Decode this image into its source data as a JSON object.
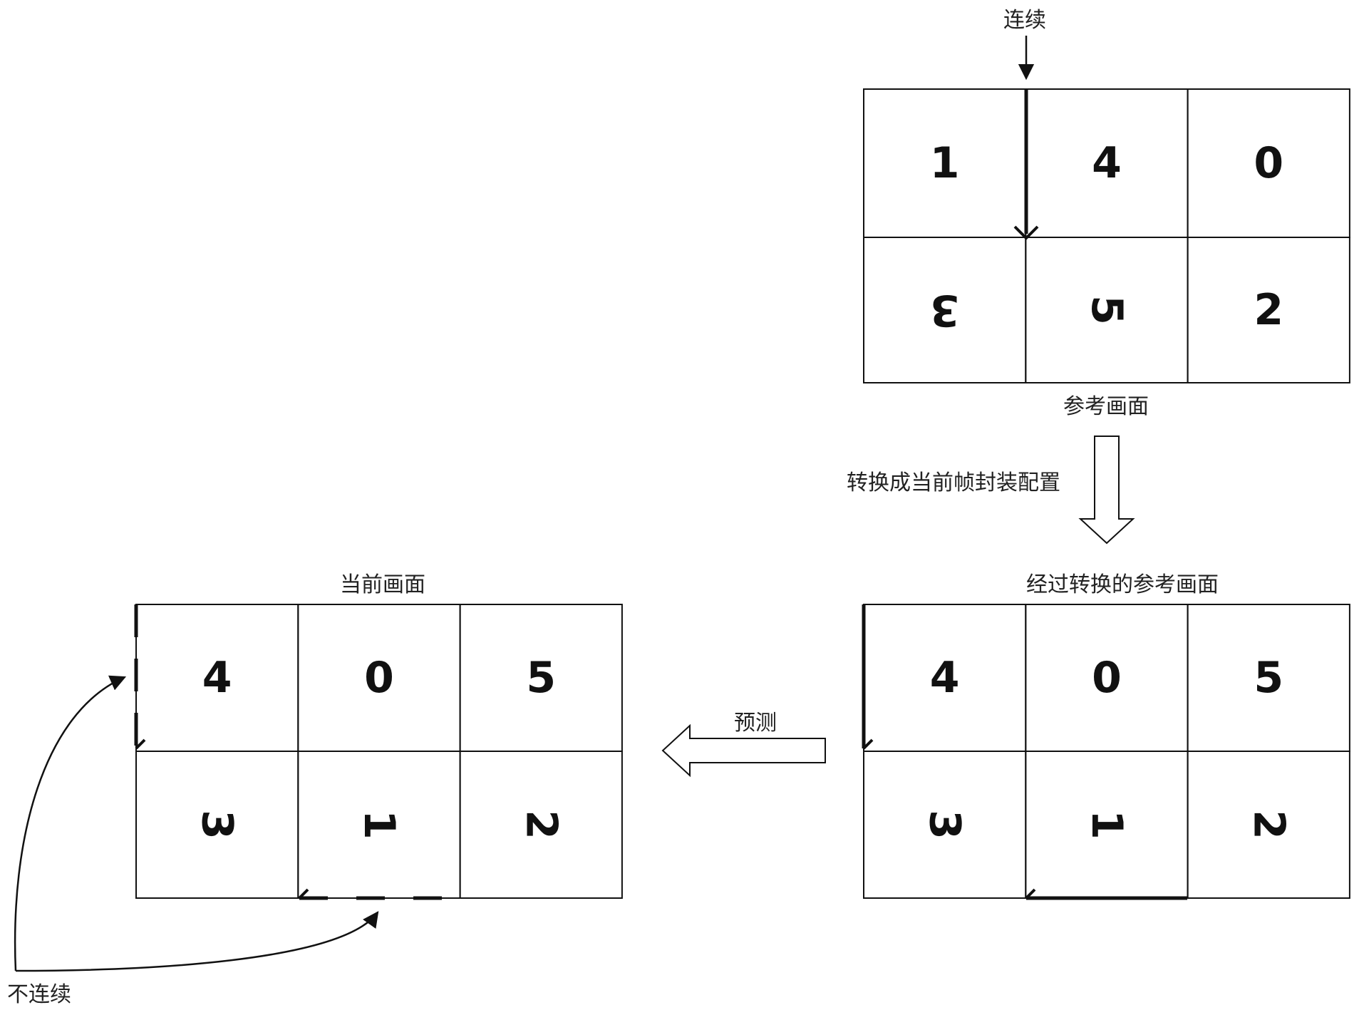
{
  "labels": {
    "continuous": "连续",
    "reference": "参考画面",
    "convert": "转换成当前帧封装配置",
    "converted_reference": "经过转换的参考画面",
    "current": "当前画面",
    "predict": "预测",
    "discontinuous": "不连续"
  },
  "grids": {
    "reference": {
      "faces": [
        {
          "label": "1",
          "rotation": 0
        },
        {
          "label": "4",
          "rotation": 0
        },
        {
          "label": "0",
          "rotation": 0
        },
        {
          "label": "3",
          "rotation": 180
        },
        {
          "label": "5",
          "rotation": 90
        },
        {
          "label": "2",
          "rotation": 0
        }
      ]
    },
    "converted": {
      "faces": [
        {
          "label": "4",
          "rotation": 0
        },
        {
          "label": "0",
          "rotation": 0
        },
        {
          "label": "5",
          "rotation": 0
        },
        {
          "label": "3",
          "rotation": 90
        },
        {
          "label": "1",
          "rotation": 90
        },
        {
          "label": "2",
          "rotation": 90
        }
      ]
    },
    "current": {
      "faces": [
        {
          "label": "4",
          "rotation": 0
        },
        {
          "label": "0",
          "rotation": 0
        },
        {
          "label": "5",
          "rotation": 0
        },
        {
          "label": "3",
          "rotation": 90
        },
        {
          "label": "1",
          "rotation": 90
        },
        {
          "label": "2",
          "rotation": 90
        }
      ]
    }
  },
  "colors": {
    "stroke": "#111111",
    "text": "#222222",
    "background": "#ffffff"
  }
}
